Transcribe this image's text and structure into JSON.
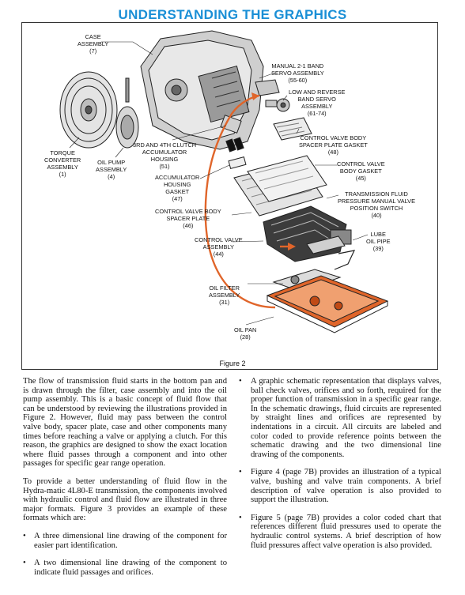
{
  "page": {
    "title": "UNDERSTANDING THE GRAPHICS",
    "figure_caption": "Figure 2"
  },
  "figure": {
    "labels": {
      "case": [
        "CASE",
        "ASSEMBLY",
        "(7)"
      ],
      "manual_band": [
        "MANUAL 2-1 BAND",
        "SERVO ASSEMBLY",
        "(55-60)"
      ],
      "low_reverse": [
        "LOW AND REVERSE",
        "BAND SERVO",
        "ASSEMBLY",
        "(61-74)"
      ],
      "torque_converter": [
        "TORQUE",
        "CONVERTER",
        "ASSEMBLY",
        "(1)"
      ],
      "oil_pump": [
        "OIL PUMP",
        "ASSEMBLY",
        "(4)"
      ],
      "accumulator_housing": [
        "3RD AND 4TH CLUTCH",
        "ACCUMULATOR",
        "HOUSING",
        "(51)"
      ],
      "spacer_gasket_48": [
        "CONTROL VALVE BODY",
        "SPACER PLATE GASKET",
        "(48)"
      ],
      "accumulator_gasket": [
        "ACCUMULATOR",
        "HOUSING",
        "GASKET",
        "(47)"
      ],
      "body_gasket": [
        "CONTROL VALVE",
        "BODY GASKET",
        "(45)"
      ],
      "pressure_switch": [
        "TRANSMISSION FLUID",
        "PRESSURE MANUAL VALVE",
        "POSITION SWITCH",
        "(40)"
      ],
      "spacer_plate": [
        "CONTROL VALVE BODY",
        "SPACER PLATE",
        "(46)"
      ],
      "control_valve": [
        "CONTROL VALVE",
        "ASSEMBLY",
        "(44)"
      ],
      "lube_pipe": [
        "LUBE",
        "OIL PIPE",
        "(39)"
      ],
      "oil_filter": [
        "OIL FILTER",
        "ASSEMBLY",
        "(31)"
      ],
      "oil_pan": [
        "OIL PAN",
        "(28)"
      ]
    },
    "colors": {
      "accent": "#e0652a",
      "title": "#1a8fd6"
    }
  },
  "body": {
    "left_p1": "The flow of transmission fluid starts in the bottom pan and is drawn through the filter, case assembly and into the oil pump assembly. This is a basic concept of fluid flow that can be understood by reviewing the illustrations provided in Figure 2. However, fluid may pass between the control valve body, spacer plate, case and other components many times before reaching a valve or applying a clutch. For this reason, the graphics are designed to show the exact location where fluid passes through a component and into other passages for specific gear range operation.",
    "left_p2": "To provide a better understanding of fluid flow in the Hydra-matic 4L80-E transmission, the components involved with hydraulic control and fluid flow are illustrated in three major formats. Figure 3 provides an example of these formats which are:",
    "left_bullets": [
      "A three dimensional line drawing of the component for easier part identification.",
      "A two dimensional line drawing of the component to indicate fluid passages and orifices."
    ],
    "right_bullets": [
      "A graphic schematic representation that displays valves, ball check valves, orifices and so forth, required for the proper function of transmission in a specific gear range. In the schematic drawings, fluid circuits are represented by straight lines and orifices are represented by indentations in a circuit. All circuits are labeled and color coded to provide reference points between the schematic drawing and the two dimensional line drawing of the components.",
      "Figure 4 (page 7B) provides an illustration of a typical valve, bushing and valve train components. A brief description of valve operation is also provided to support the illustration.",
      "Figure 5 (page 7B) provides a color coded chart that references different fluid pressures used to operate the hydraulic control systems. A brief description of how fluid pressures affect valve operation is also provided."
    ]
  }
}
